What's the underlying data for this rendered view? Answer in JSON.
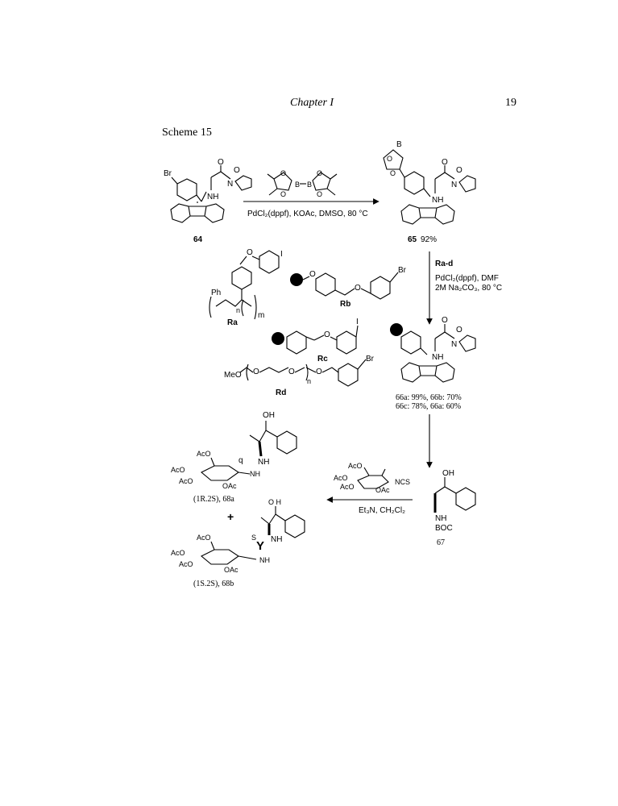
{
  "header": {
    "running_head": "Chapter I",
    "page_number": "19"
  },
  "scheme": {
    "title": "Scheme 15",
    "compounds": {
      "c64": "64",
      "c65": "65",
      "c65_yield": "92%",
      "c67": "67",
      "c68a": "(1R.2S), 68a",
      "c68b": "(1S.2S), 68b",
      "Ra": "Ra",
      "Rb": "Rb",
      "Rc": "Rc",
      "Rd": "Rd",
      "yields_line1": "66a: 99%, 66b: 70%",
      "yields_line2": "66c: 78%, 66a: 60%"
    },
    "reagents": {
      "step1": "PdCl₂(dppf), KOAc, DMSO, 80 °C",
      "step2_title": "Ra-d",
      "step2_line1": "PdCl₂(dppf), DMF",
      "step2_line2": "2M Na₂CO₃, 80 °C",
      "step3": "Et₃N, CH₂Cl₂"
    },
    "atoms": {
      "Br": "Br",
      "O": "O",
      "N": "N",
      "NH": "NH",
      "B": "B",
      "I": "I",
      "OH": "OH",
      "OH_small": "O H",
      "NCS": "NCS",
      "AcO": "AcO",
      "OAc": "OAc",
      "BOC": "BOC",
      "Ph": "Ph",
      "MeO": "MeO",
      "n": "n",
      "m": "m",
      "q": "q",
      "S": "S",
      "Y": "Y",
      "plus": "+"
    }
  }
}
